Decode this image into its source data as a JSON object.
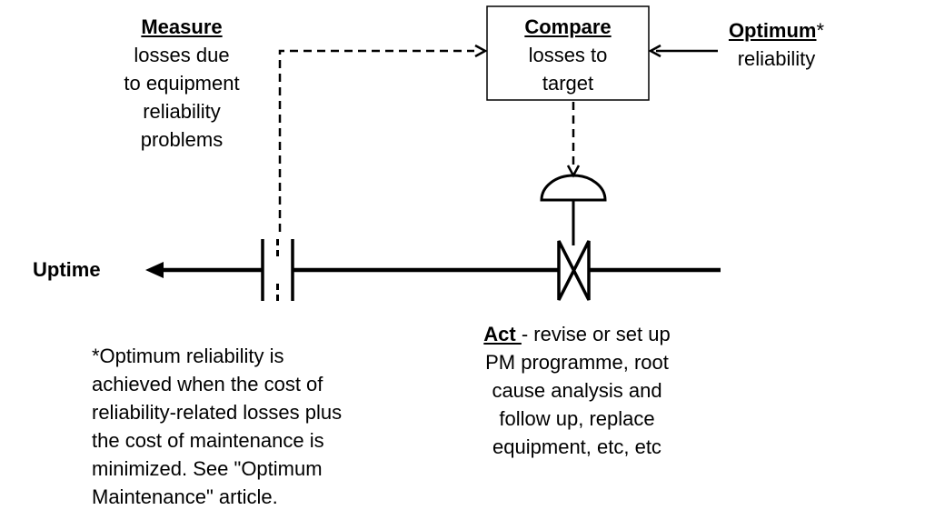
{
  "measure": {
    "heading": "Measure",
    "lines": [
      "losses due",
      "to equipment",
      "reliability",
      "problems"
    ]
  },
  "compare": {
    "heading": "Compare",
    "lines": [
      "losses to",
      "target"
    ]
  },
  "optimum": {
    "heading": "Optimum",
    "marker": "*",
    "line": "reliability"
  },
  "uptime": {
    "label": "Uptime"
  },
  "act": {
    "heading": "Act ",
    "first_line_rest": "- revise or set up",
    "lines": [
      "PM programme, root",
      "cause analysis and",
      "follow up, replace",
      "equipment, etc, etc"
    ]
  },
  "footnote": {
    "lines": [
      "*Optimum reliability is",
      "achieved when the cost of",
      "reliability-related losses plus",
      "the cost of maintenance is",
      "minimized. See \"Optimum",
      "Maintenance\" article."
    ]
  },
  "colors": {
    "ink": "#000000",
    "background": "#ffffff"
  },
  "icons": {
    "valve": "control-valve-icon",
    "actuator": "valve-actuator-icon",
    "orifice": "orifice-plate-icon"
  }
}
